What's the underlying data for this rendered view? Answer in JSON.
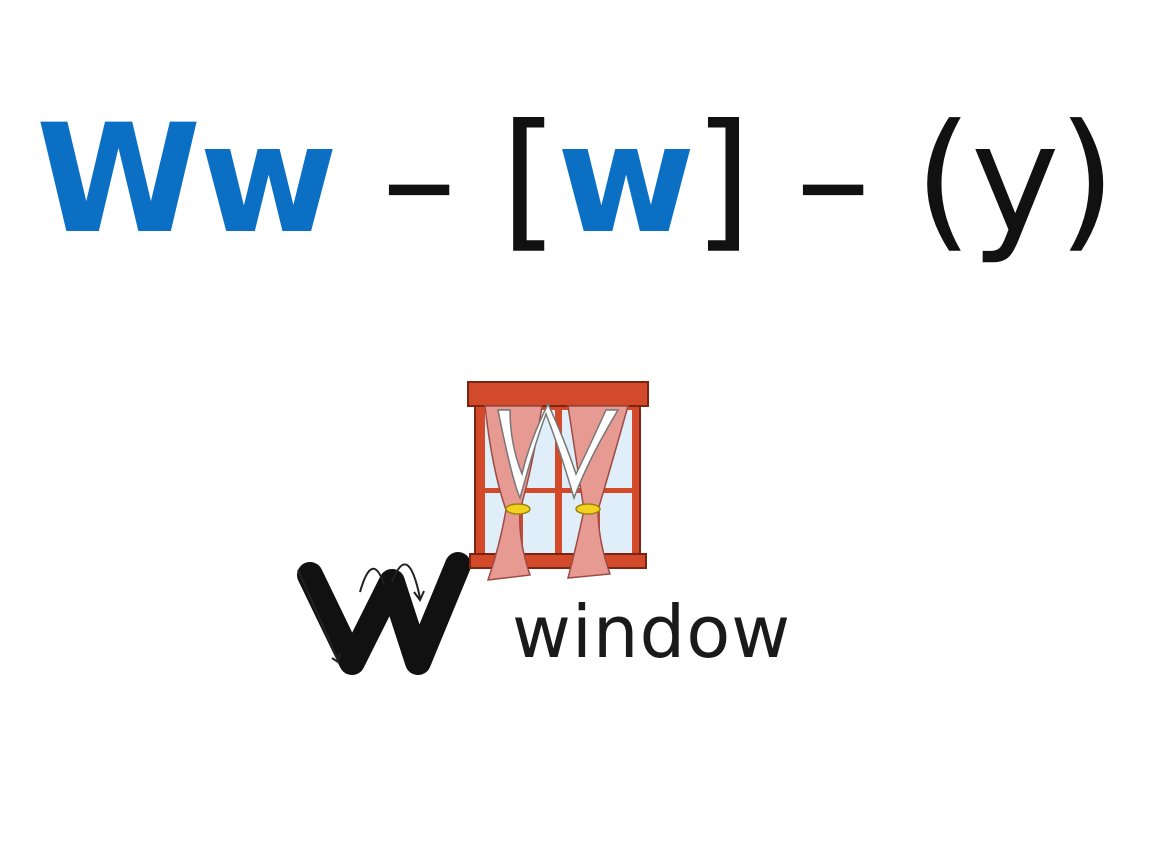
{
  "title": {
    "upper_lower": "Ww",
    "dash1": " – ",
    "open_bracket": "[",
    "phoneme": "w",
    "close_bracket": "]",
    "dash2": " – ",
    "hint": "(y)"
  },
  "illustration": {
    "letter_icon": "letter-w-stroke-icon",
    "picture_icon": "window-with-curtains-icon",
    "word": "window"
  },
  "colors": {
    "accent": "#0b6fc4",
    "text": "#111111",
    "frame": "#d24a2a",
    "curtain": "#e79a92",
    "tie": "#f2d21f"
  }
}
